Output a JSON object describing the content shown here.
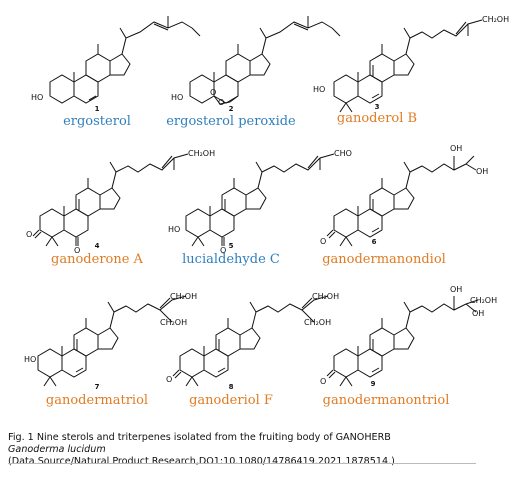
{
  "figure": {
    "compounds": [
      {
        "number": "1",
        "name": "ergosterol",
        "name_color": "#2f7fbd",
        "groups": [
          "HO"
        ]
      },
      {
        "number": "2",
        "name": "ergosterol peroxide",
        "name_color": "#2f7fbd",
        "groups": [
          "HO",
          "O",
          "O"
        ]
      },
      {
        "number": "3",
        "name": "ganoderol B",
        "name_color": "#e07b23",
        "groups": [
          "HO",
          "CH₂OH"
        ]
      },
      {
        "number": "4",
        "name": "ganoderone A",
        "name_color": "#e07b23",
        "groups": [
          "O",
          "O",
          "CH₂OH"
        ]
      },
      {
        "number": "5",
        "name": "lucialdehyde C",
        "name_color": "#2f7fbd",
        "groups": [
          "HO",
          "O",
          "CHO"
        ]
      },
      {
        "number": "6",
        "name": "ganodermanondiol",
        "name_color": "#e07b23",
        "groups": [
          "O",
          "OH",
          "OH"
        ]
      },
      {
        "number": "7",
        "name": "ganodermatriol",
        "name_color": "#e07b23",
        "groups": [
          "HO",
          "CH₂OH",
          "CH₂OH"
        ]
      },
      {
        "number": "8",
        "name": "ganoderiol F",
        "name_color": "#e07b23",
        "groups": [
          "O",
          "CH₂OH",
          "CH₂OH"
        ]
      },
      {
        "number": "9",
        "name": "ganodermanontriol",
        "name_color": "#e07b23",
        "groups": [
          "O",
          "OH",
          "CH₂OH",
          "OH"
        ]
      }
    ]
  },
  "caption": {
    "line1": "Fig. 1    Nine sterols and triterpenes isolated from the fruiting body of GANOHERB",
    "line2": "Ganoderma lucidum",
    "line3": "(Data Source/Natural Product Research,DO1:10.1080/14786419.2021.1878514.)"
  }
}
